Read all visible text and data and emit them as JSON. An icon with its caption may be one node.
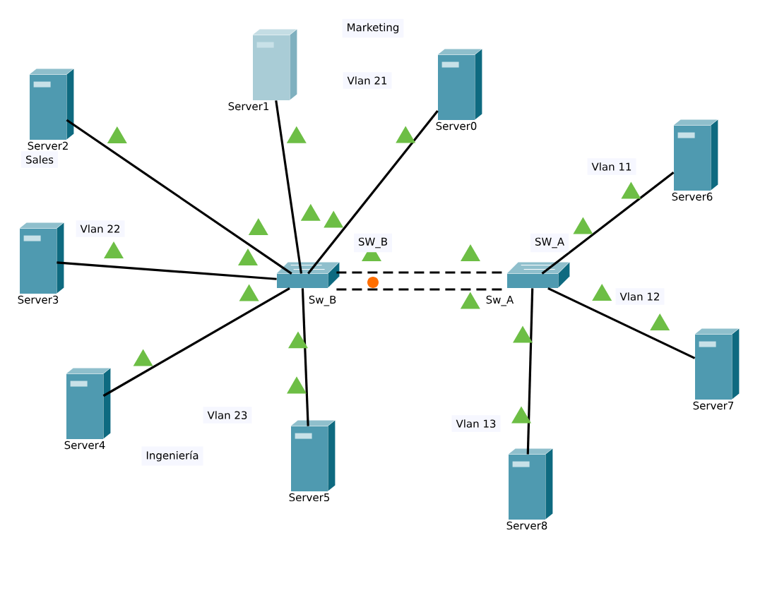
{
  "diagram": {
    "nodes": [
      {
        "text": [
          "Server1"
        ]
      },
      {
        "text": [
          "Server0"
        ]
      },
      {
        "text": [
          "Server2"
        ]
      },
      {
        "text": [
          "Server6"
        ]
      },
      {
        "text": [
          "Server3"
        ]
      },
      {
        "text": [
          "Sw_B"
        ]
      },
      {
        "text": [
          "Sw_A"
        ]
      },
      {
        "text": [
          "Server7"
        ]
      },
      {
        "text": [
          "Server4"
        ]
      },
      {
        "text": [
          "Server5"
        ]
      },
      {
        "text": [
          "Server8"
        ]
      }
    ],
    "edges": [
      {
        "from": 2,
        "to": 5,
        "arrow": "none"
      },
      {
        "from": 0,
        "to": 5,
        "arrow": "none"
      },
      {
        "from": 1,
        "to": 5,
        "arrow": "none"
      },
      {
        "from": 4,
        "to": 5,
        "arrow": "none"
      },
      {
        "from": 8,
        "to": 5,
        "arrow": "none"
      },
      {
        "from": 9,
        "to": 5,
        "arrow": "none"
      },
      {
        "from": 5,
        "to": 6,
        "arrow": "none",
        "style": "dashed"
      },
      {
        "from": 5,
        "to": 6,
        "arrow": "none",
        "style": "dashed"
      },
      {
        "from": 3,
        "to": 6,
        "arrow": "none"
      },
      {
        "from": 7,
        "to": 6,
        "arrow": "none"
      },
      {
        "from": 10,
        "to": 6,
        "arrow": "none"
      }
    ],
    "labels": [
      "Marketing",
      "Vlan 21",
      "Sales",
      "Vlan 22",
      "Vlan 11",
      "SW_B",
      "SW_A",
      "Vlan 12",
      "Vlan 23",
      "Ingeniería",
      "Vlan 13"
    ]
  }
}
